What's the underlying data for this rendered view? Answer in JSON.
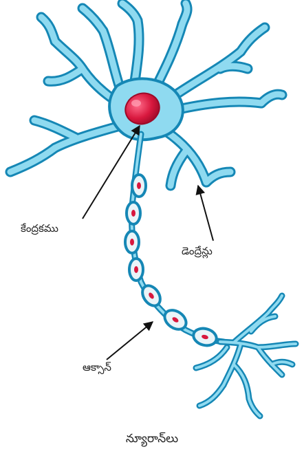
{
  "labels": {
    "nucleus": "కేంద్రకము",
    "dendrites": "డెంద్రేన్లు",
    "axon": "ఆక్సాన్"
  },
  "caption": "న్యూరాన్‌లు",
  "colors": {
    "cell_fill": "#8fdaf0",
    "cell_outline": "#1587b5",
    "nucleus": "#d8183e",
    "myelin": "#e9f4f8",
    "arrow": "#111111"
  }
}
